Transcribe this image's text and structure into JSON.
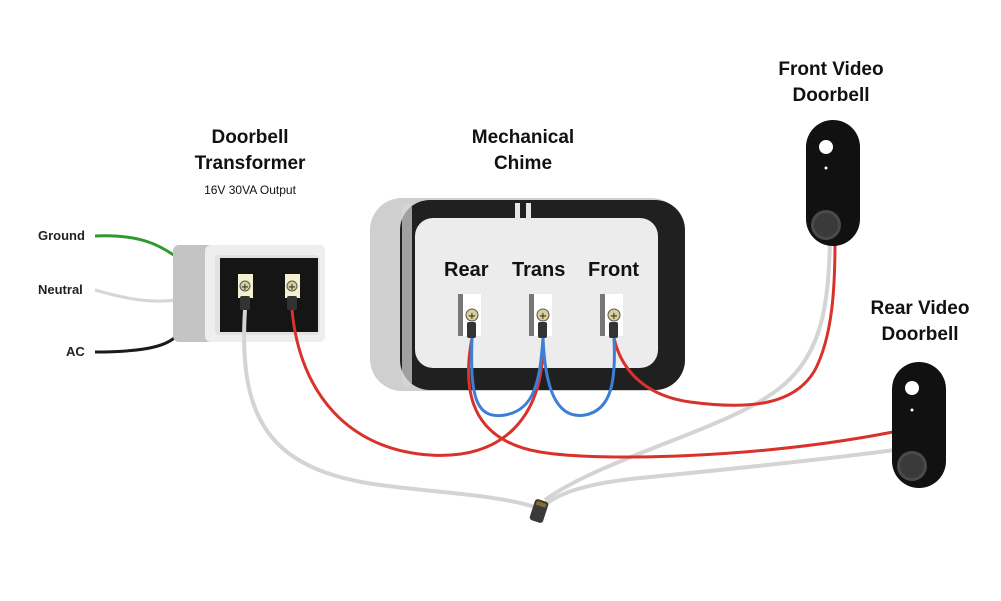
{
  "transformer": {
    "title_line1": "Doorbell",
    "title_line2": "Transformer",
    "output": "16V 30VA Output"
  },
  "chime": {
    "title_line1": "Mechanical",
    "title_line2": "Chime",
    "terminals": [
      "Rear",
      "Trans",
      "Front"
    ]
  },
  "front_doorbell": {
    "title_line1": "Front Video",
    "title_line2": "Doorbell"
  },
  "rear_doorbell": {
    "title_line1": "Rear Video",
    "title_line2": "Doorbell"
  },
  "mains": {
    "ground": "Ground",
    "neutral": "Neutral",
    "ac": "AC"
  },
  "colors": {
    "ground_wire": "#2e9a2e",
    "neutral_wire": "#d6d6d6",
    "ac_wire": "#1a1a1a",
    "low_voltage_red": "#d9312b",
    "low_voltage_white": "#d4d4d4",
    "chime_jumper_blue": "#3b7fd6",
    "doorbell_body": "#111111"
  }
}
